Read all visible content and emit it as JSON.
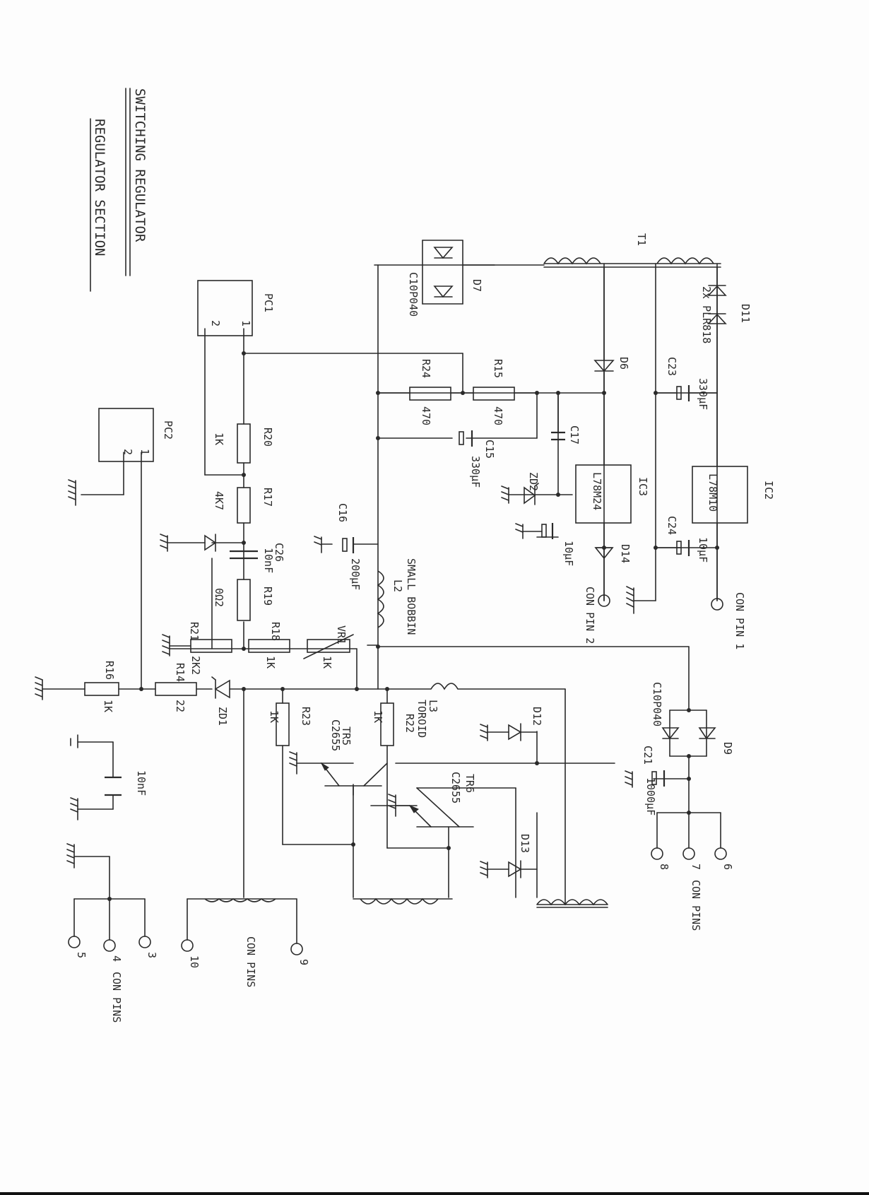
{
  "title": "SWITCHING REGULATOR",
  "subtitle": "REGULATOR SECTION",
  "components": {
    "t1": "T1",
    "d11": "D11",
    "d11_val": "2x PLR818",
    "d7": "D7",
    "d7_val": "C10P040",
    "d6": "D6",
    "d14": "D14",
    "d9": "D9",
    "d9_val": "C10P040",
    "d12": "D12",
    "d13": "D13",
    "pc1": "PC1",
    "pc2": "PC2",
    "r24": "R24",
    "r24_val": "470",
    "r15": "R15",
    "r15_val": "470",
    "r20": "R20",
    "r20_val": "1K",
    "r17": "R17",
    "r17_val": "4K7",
    "r19": "R19",
    "r19_val": "0Ω2",
    "r21": "R21",
    "r21_val": "2K2",
    "r18": "R18",
    "r18_val": "1K",
    "vr1": "VR1",
    "vr1_val": "1K",
    "r16": "R16",
    "r16_val": "1K",
    "r14": "R14",
    "r14_val": "22",
    "zd1": "ZD1",
    "zd2": "ZD2",
    "r23": "R23",
    "r23_val": "1K",
    "r22": "R22",
    "r22_val": "1K",
    "tr5": "TR5",
    "tr5_val": "C2655",
    "tr6": "TR6",
    "tr6_val": "C2655",
    "l2": "L2",
    "l2_val": "SMALL BOBBIN",
    "l3": "L3",
    "l3_val": "TOROID",
    "c23": "C23",
    "c23_val": "330µF",
    "c15": "C15",
    "c15_val": "330µF",
    "c17": "C17",
    "c16": "C16",
    "c16_val": "200µF",
    "c24": "C24",
    "c24_val": "10µF",
    "c14_val": "10µF",
    "c26": "C26",
    "c26_val": "10nF",
    "c21": "C21",
    "c21_val": "1000µF",
    "c_extra_val": "10nF",
    "ic2": "IC2",
    "ic2_val": "L78M10",
    "ic3": "IC3",
    "ic3_val": "L78M24"
  },
  "pins": {
    "pc_pin1": "1",
    "pc_pin2": "2",
    "con_pin1": "CON PIN 1",
    "con_pin2": "CON PIN 2",
    "pin8": "8",
    "pin7": "7",
    "pin6": "6",
    "con_pins_678": "CON PINS",
    "pin10": "10",
    "pin9": "9",
    "con_pins_910": "CON PINS",
    "pin5": "5",
    "pin4": "4",
    "pin3": "3",
    "con_pins_345": "CON PINS"
  }
}
